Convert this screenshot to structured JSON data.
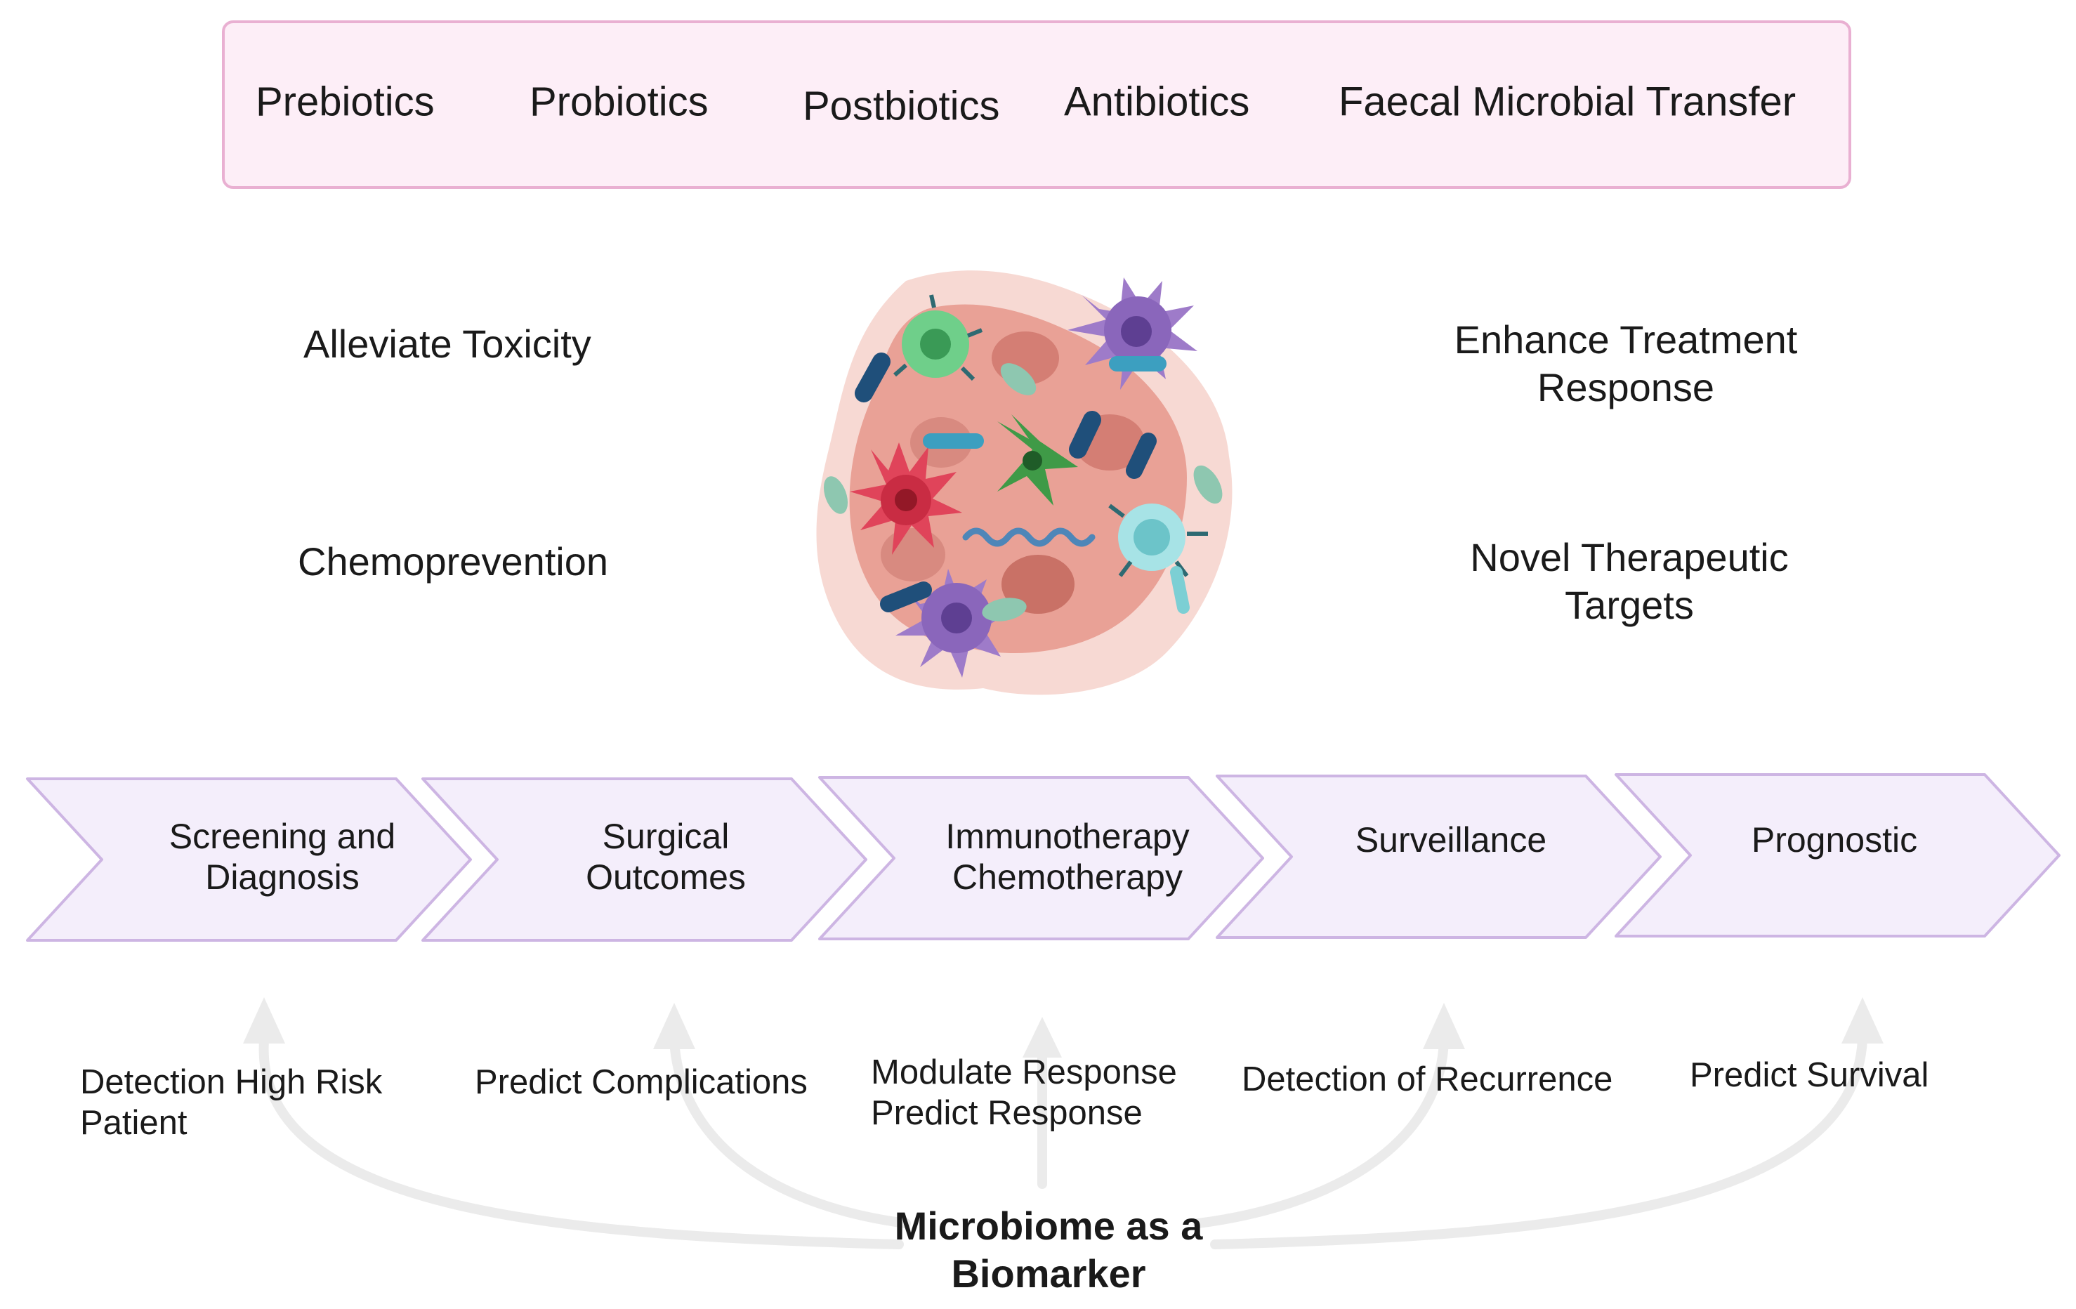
{
  "interventions": [
    "Prebiotics",
    "Probiotics",
    "Postbiotics",
    "Antibiotics",
    "Faecal Microbial Transfer"
  ],
  "benefits": {
    "alleviate": "Alleviate Toxicity",
    "chemoprevention": "Chemoprevention",
    "enhance_1": "Enhance Treatment",
    "enhance_2": "Response",
    "novel_1": "Novel Therapeutic",
    "novel_2": "Targets"
  },
  "stages": [
    {
      "line1": "Screening and",
      "line2": "Diagnosis"
    },
    {
      "line1": "Surgical",
      "line2": "Outcomes"
    },
    {
      "line1": "Immunotherapy",
      "line2": "Chemotherapy"
    },
    {
      "line1": "Surveillance",
      "line2": ""
    },
    {
      "line1": "Prognostic",
      "line2": ""
    }
  ],
  "uses": [
    {
      "line1": "Detection High Risk",
      "line2": "Patient"
    },
    {
      "line1": "Predict Complications",
      "line2": ""
    },
    {
      "line1": "Modulate Response",
      "line2": "Predict  Response"
    },
    {
      "line1": "Detection of Recurrence",
      "line2": ""
    },
    {
      "line1": "Predict Survival",
      "line2": ""
    }
  ],
  "hub": {
    "line1": "Microbiome as a",
    "line2": "Biomarker"
  },
  "colors": {
    "box_fill": "#fdeef7",
    "box_border": "#e9b0d2",
    "chevron_fill": "#f4eefb",
    "chevron_border": "#cdb5e3",
    "arrow": "#ebebeb",
    "tumor": "#e9a196"
  }
}
